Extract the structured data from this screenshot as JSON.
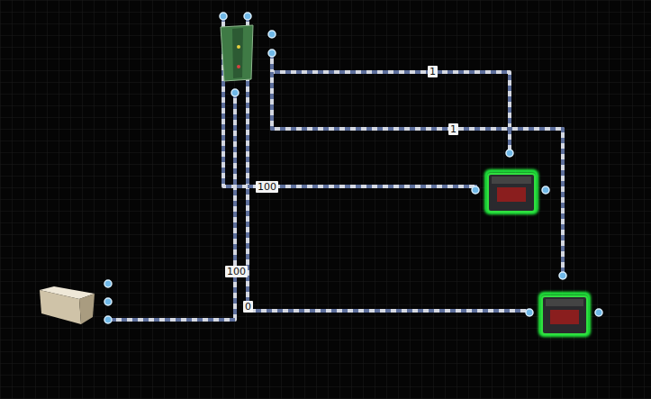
{
  "diagram": {
    "labels": [
      "1",
      "1",
      "100",
      "100",
      "0"
    ]
  }
}
